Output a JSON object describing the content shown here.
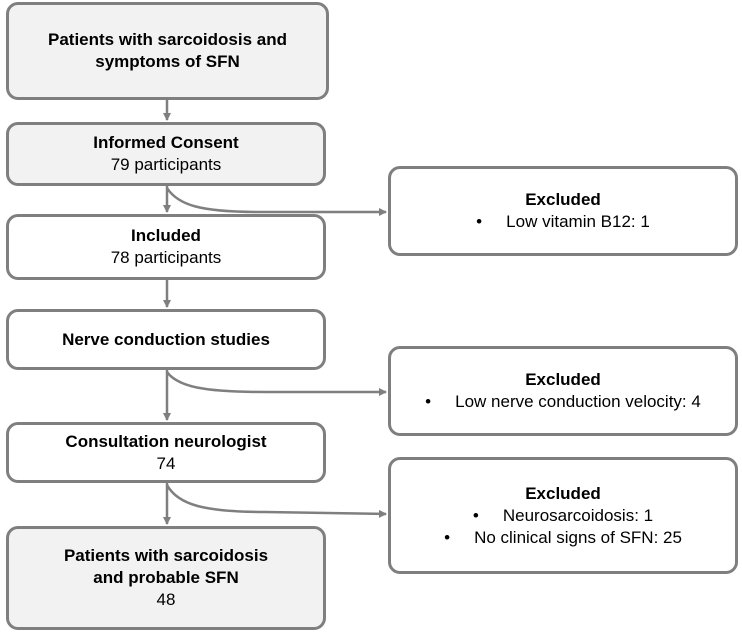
{
  "flow": {
    "start": {
      "line1": "Patients with sarcoidosis and",
      "line2": "symptoms of SFN"
    },
    "consent": {
      "title": "Informed Consent",
      "count": "79 participants"
    },
    "included": {
      "title": "Included",
      "count": "78 participants"
    },
    "ncs": {
      "title": "Nerve conduction studies"
    },
    "neuro": {
      "title": "Consultation neurologist",
      "count": "74"
    },
    "final": {
      "line1": "Patients with sarcoidosis",
      "line2": "and probable SFN",
      "count": "48"
    }
  },
  "exclusions": [
    {
      "title": "Excluded",
      "items": [
        "Low vitamin B12: 1"
      ]
    },
    {
      "title": "Excluded",
      "items": [
        "Low nerve conduction velocity: 4"
      ]
    },
    {
      "title": "Excluded",
      "items": [
        "Neurosarcoidosis: 1",
        "No clinical signs of SFN: 25"
      ]
    }
  ],
  "colors": {
    "border": "#7f7f7f",
    "shaded_fill": "#f2f2f2",
    "arrow": "#7f7f7f"
  },
  "bullet_symbol": "•"
}
